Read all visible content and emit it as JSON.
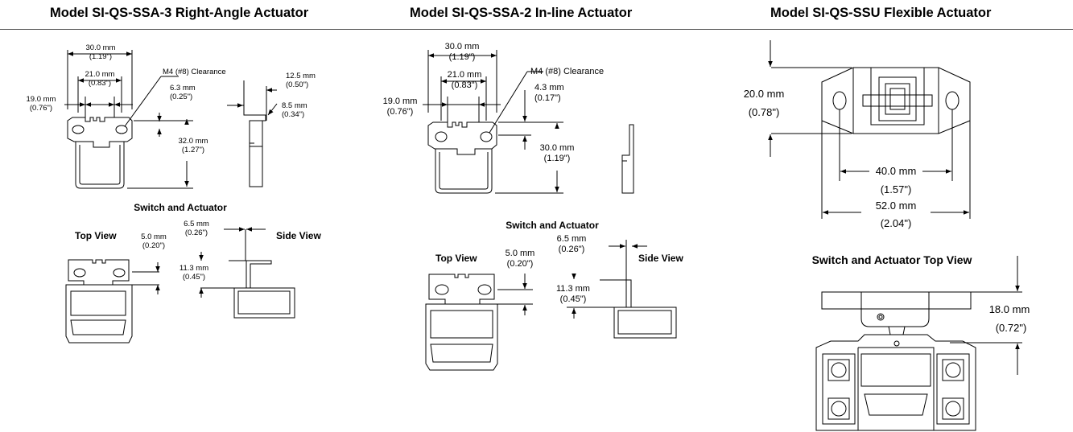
{
  "titles": {
    "left": "Model SI-QS-SSA-3 Right-Angle Actuator",
    "middle": "Model SI-QS-SSA-2 In-line Actuator",
    "right": "Model SI-QS-SSU Flexible Actuator"
  },
  "left": {
    "dim_width": "30.0 mm",
    "dim_width_in": "(1.19\")",
    "dim_holes": "21.0 mm",
    "dim_holes_in": "(0.83\")",
    "dim_clear": "19.0 mm",
    "dim_clear_in": "(0.76\")",
    "clearance": "M4 (#8) Clearance",
    "dim_offset": "6.3 mm",
    "dim_offset_in": "(0.25\")",
    "dim_len": "32.0 mm",
    "dim_len_in": "(1.27\")",
    "dim_top": "12.5 mm",
    "dim_top_in": "(0.50\")",
    "dim_side": "8.5 mm",
    "dim_side_in": "(0.34\")",
    "switch_label": "Switch and Actuator",
    "top_view": "Top View",
    "side_view": "Side View",
    "dim_tv": "5.0 mm",
    "dim_tv_in": "(0.20\")",
    "dim_sv1": "6.5 mm",
    "dim_sv1_in": "(0.26\")",
    "dim_sv2": "11.3 mm",
    "dim_sv2_in": "(0.45\")"
  },
  "middle": {
    "dim_width": "30.0 mm",
    "dim_width_in": "(1.19\")",
    "dim_holes": "21.0 mm",
    "dim_holes_in": "(0.83\")",
    "dim_clear": "19.0 mm",
    "dim_clear_in": "(0.76\")",
    "clearance": "M4 (#8) Clearance",
    "dim_offset": "4.3 mm",
    "dim_offset_in": "(0.17\")",
    "dim_len": "30.0 mm",
    "dim_len_in": "(1.19\")",
    "switch_label": "Switch and Actuator",
    "top_view": "Top View",
    "side_view": "Side View",
    "dim_tv": "5.0 mm",
    "dim_tv_in": "(0.20\")",
    "dim_sv1": "6.5 mm",
    "dim_sv1_in": "(0.26\")",
    "dim_sv2": "11.3 mm",
    "dim_sv2_in": "(0.45\")"
  },
  "right": {
    "dim_h": "20.0 mm",
    "dim_h_in": "(0.78\")",
    "dim_holes": "40.0 mm",
    "dim_holes_in": "(1.57\")",
    "dim_width": "52.0 mm",
    "dim_width_in": "(2.04\")",
    "switch_label": "Switch and Actuator Top View",
    "dim_tv": "18.0 mm",
    "dim_tv_in": "(0.72\")"
  }
}
